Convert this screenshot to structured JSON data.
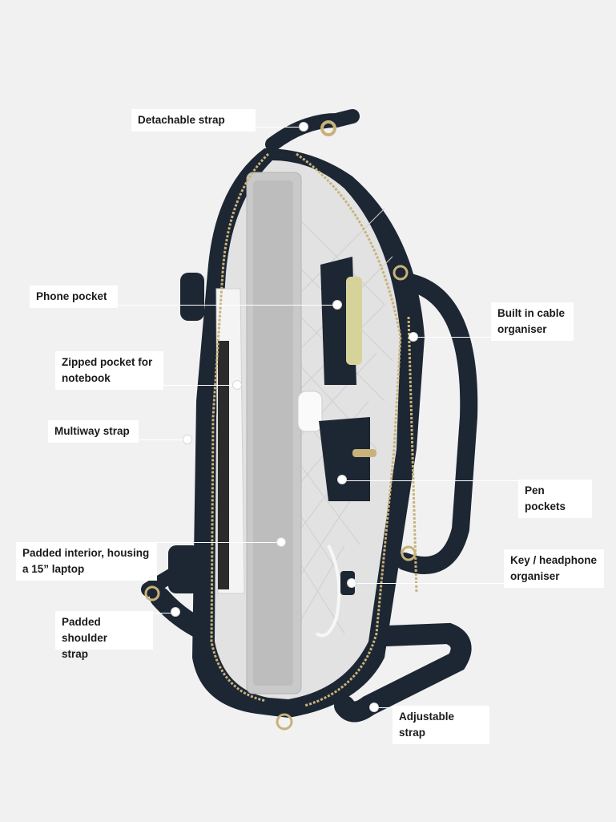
{
  "colors": {
    "background": "#f1f1f1",
    "bag": "#1d2633",
    "lining": "#e2e2e2",
    "laptop": "#c9c9c9",
    "hardware": "#c8b27a",
    "label_bg": "#ffffff"
  },
  "labels": {
    "detachable_strap": "Detachable strap",
    "phone_pocket": "Phone pocket",
    "zipped_pocket": "Zipped pocket for\nnotebook",
    "multiway_strap": "Multiway strap",
    "padded_interior": "Padded interior, housing\na 15” laptop",
    "padded_shoulder": "Padded shoulder\nstrap",
    "cable_organiser": "Built in cable\norganiser",
    "pen_pockets": "Pen pockets",
    "key_organiser": "Key / headphone\norganiser",
    "adjustable_strap": "Adjustable strap"
  }
}
